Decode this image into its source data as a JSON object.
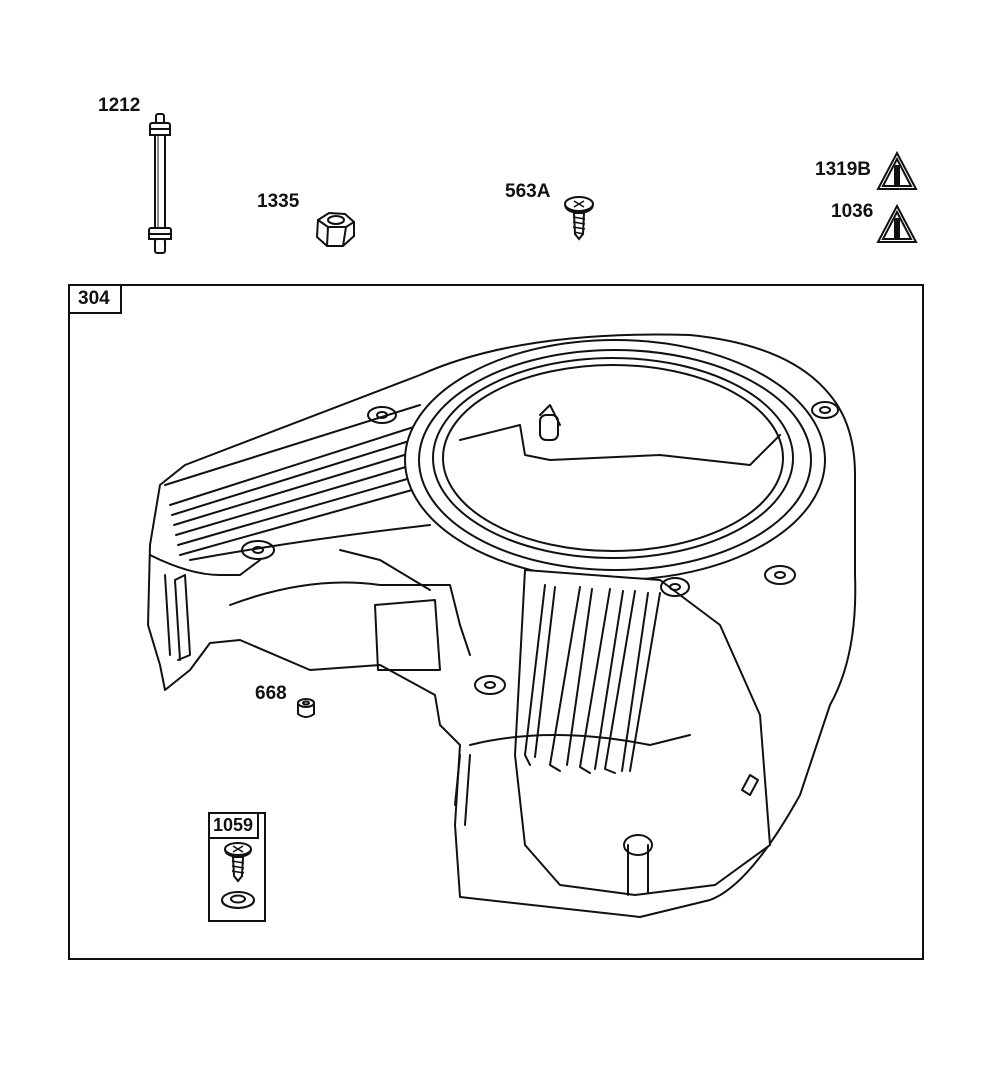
{
  "callouts": {
    "stud": "1212",
    "nut": "1335",
    "screw": "563A",
    "warning_a": "1319B",
    "warning_b": "1036",
    "housing_group": "304",
    "grommet": "668",
    "kit_group": "1059"
  },
  "icons": {
    "warning": "warning-triangle-icon"
  },
  "colors": {
    "line": "#111111",
    "background": "#ffffff"
  }
}
